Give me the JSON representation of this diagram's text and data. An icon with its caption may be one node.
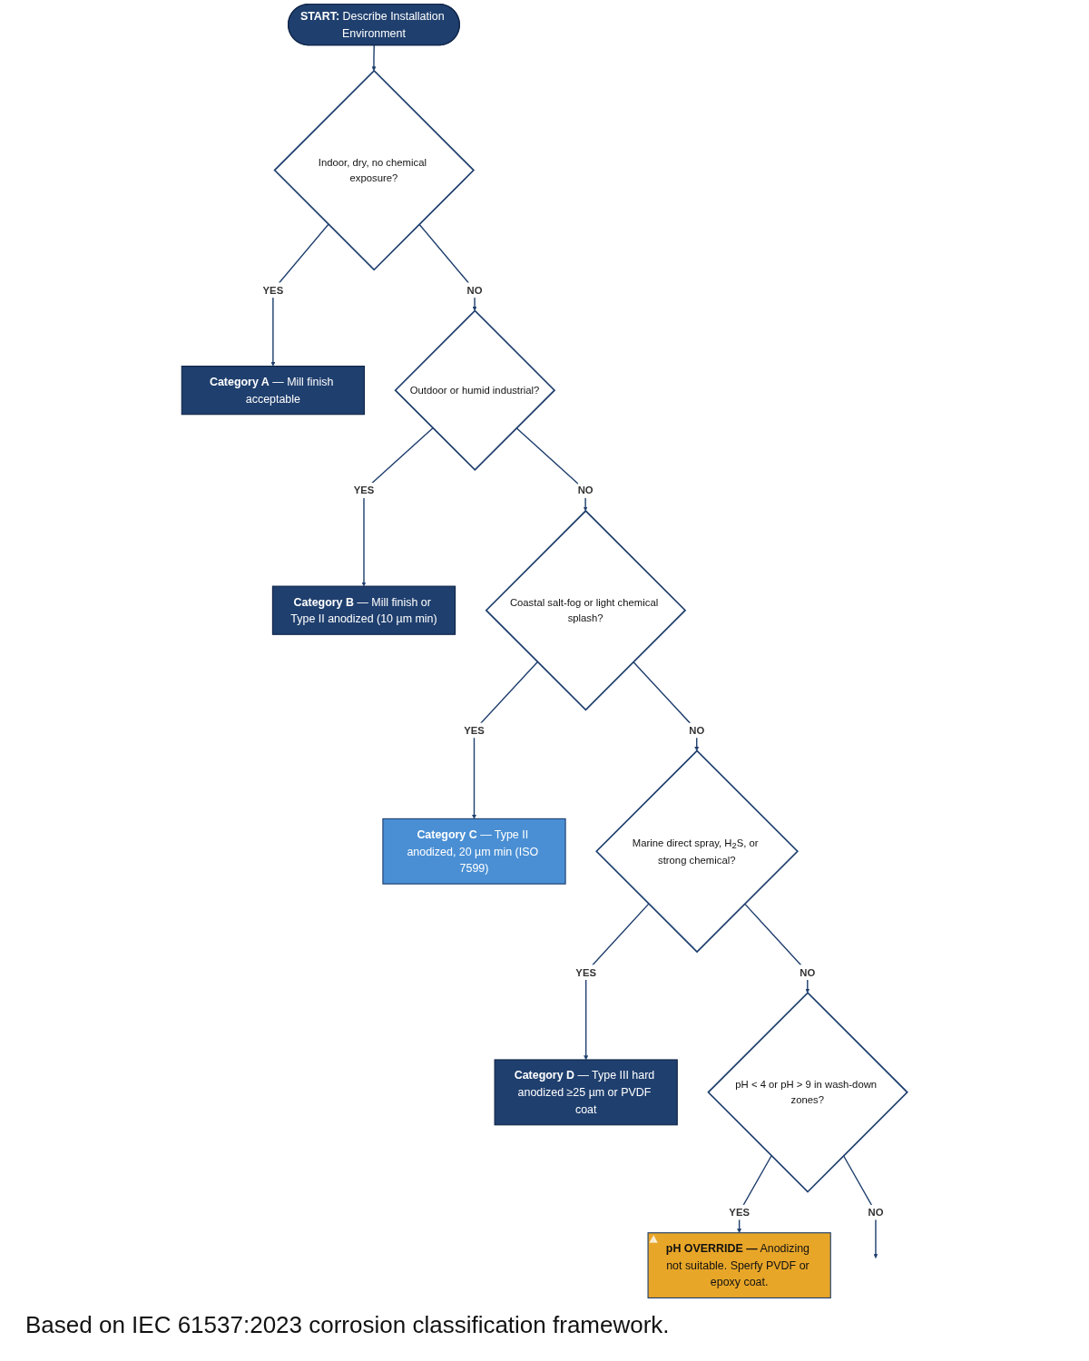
{
  "diagram": {
    "nodes": [
      {
        "text": [
          "**START:** Describe Installation Environment"
        ]
      },
      {
        "text": [
          "Indoor, dry, no chemical exposure?"
        ]
      },
      {
        "text": [
          "**Category A** — Mill finish acceptable"
        ]
      },
      {
        "text": [
          "Outdoor or humid industrial?"
        ]
      },
      {
        "text": [
          "**Category B** — Mill finish or Type II anodized (10 µm min)"
        ]
      },
      {
        "text": [
          "Coastal salt-fog or light chemical splash?"
        ]
      },
      {
        "text": [
          "**Category C** — Type II anodized, 20 µm min (ISO 7599)"
        ]
      },
      {
        "text": [
          "Marine direct spray, H$_{2}$S, or strong chemical?"
        ]
      },
      {
        "text": [
          "**Category D** — Type III hard anodized ≥25 µm or PVDF coat"
        ]
      },
      {
        "text": [
          "pH < 4 or pH > 9 in wash-down zones?"
        ]
      },
      {
        "text": [
          "**pH OVERRIDE —** Anodizing not suitable. Sperfy PVDF or epoxy coat."
        ]
      }
    ],
    "edges": [
      {
        "from": 0,
        "to": 1,
        "arrow": "to"
      },
      {
        "from": 1,
        "to": 2,
        "arrow": "to",
        "label": "YES"
      },
      {
        "from": 1,
        "to": 3,
        "arrow": "to",
        "label": "NO"
      },
      {
        "from": 3,
        "to": 4,
        "arrow": "to",
        "label": "YES"
      },
      {
        "from": 3,
        "to": 5,
        "arrow": "to",
        "label": "NO"
      },
      {
        "from": 5,
        "to": 6,
        "arrow": "to",
        "label": "YES"
      },
      {
        "from": 5,
        "to": 7,
        "arrow": "to",
        "label": "NO"
      },
      {
        "from": 7,
        "to": 8,
        "arrow": "to",
        "label": "YES"
      },
      {
        "from": 7,
        "to": 9,
        "arrow": "to",
        "label": "NO"
      },
      {
        "from": 9,
        "to": 10,
        "arrow": "to",
        "label": "YES"
      },
      {
        "from": 9,
        "to": null,
        "arrow": "to",
        "label": "NO"
      }
    ],
    "caption": "Based on IEC 61537:2023 corrosion classification framework."
  }
}
